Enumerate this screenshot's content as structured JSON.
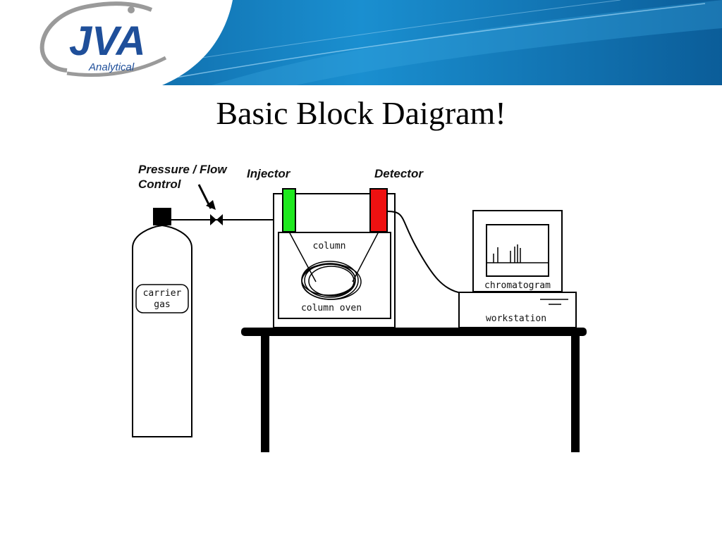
{
  "header": {
    "logo_text": "JVA",
    "logo_subtext": "Analytical",
    "colors": {
      "banner_dark": "#0a5a96",
      "banner_light": "#1a8fd0",
      "logo_blue": "#1f4f9a",
      "logo_gray": "#9a9a9a"
    }
  },
  "slide": {
    "title": "Basic Block Daigram!"
  },
  "diagram": {
    "labels": {
      "pressure_line1": "Pressure / Flow",
      "pressure_line2": "Control",
      "injector": "Injector",
      "detector": "Detector",
      "carrier_line1": "carrier",
      "carrier_line2": "gas",
      "column": "column",
      "column_oven": "column oven",
      "chromatogram": "chromatogram",
      "workstation": "workstation"
    },
    "colors": {
      "injector": "#1ee81e",
      "detector": "#ee1111",
      "line": "#000000"
    }
  }
}
